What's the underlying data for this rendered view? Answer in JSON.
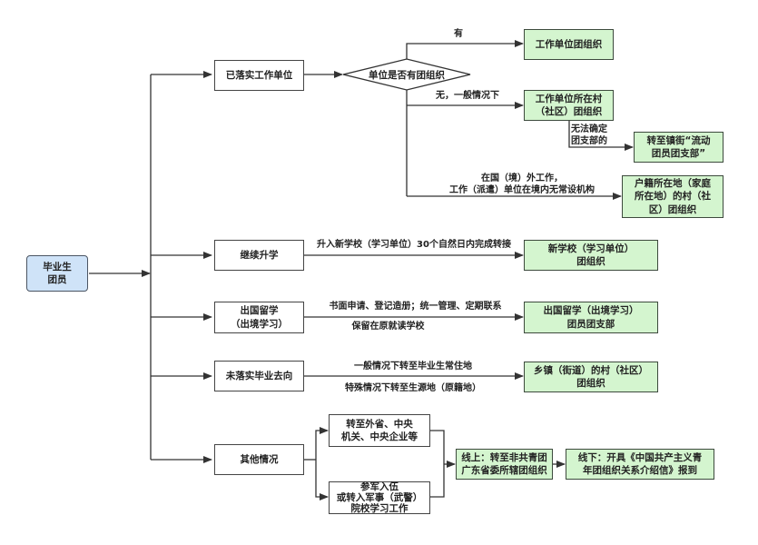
{
  "root": {
    "label": "毕业生\n团员"
  },
  "branches": {
    "employed": {
      "label": "已落实工作单位"
    },
    "further_study": {
      "label": "继续升学"
    },
    "study_abroad": {
      "label": "出国留学\n（出境学习）"
    },
    "undetermined": {
      "label": "未落实毕业去向"
    },
    "other": {
      "label": "其他情况"
    }
  },
  "decision": {
    "label": "单位是否有团组织"
  },
  "edge_labels": {
    "yes": "有",
    "no_general": "无，一般情况下",
    "cannot_determine": "无法确定\n团支部的",
    "abroad_work": "在国（境）外工作，\n工作（派遣）单位在境内无常设机构",
    "further_study": "升入新学校（学习单位）30个自然日内完成转接",
    "abroad_top": "书面申请、登记造册；统一管理、定期联系",
    "abroad_bottom": "保留在原就读学校",
    "undetermined_top": "一般情况下转至毕业生常住地",
    "undetermined_bottom": "特殊情况下转至生源地（原籍地）"
  },
  "targets": {
    "work_unit_org": "工作单位团组织",
    "village_org": "工作单位所在村\n（社区）团组织",
    "floating_branch": "转至镇街“流动\n团员团支部”",
    "household_org": "户籍所在地（家庭\n所在地）的村（社\n区）团组织",
    "new_school_org": "新学校（学习单位）\n团组织",
    "abroad_branch": "出国留学（出境学习）\n团员团支部",
    "township_org": "乡镇（街道）的村（社区）\n团组织"
  },
  "other_sub": {
    "central": "转至外省、中央\n机关、中央企业等",
    "military": "参军入伍\n或转入军事（武警）\n院校学习工作"
  },
  "transfer": {
    "online": "线上：转至非共青团\n广东省委所辖团组织",
    "offline": "线下：开具《中国共产主义青\n年团组织关系介绍信》报到"
  },
  "colors": {
    "line": "#333333",
    "green_fill": "#d4f5cf",
    "blue_fill": "#cfe3f8"
  }
}
